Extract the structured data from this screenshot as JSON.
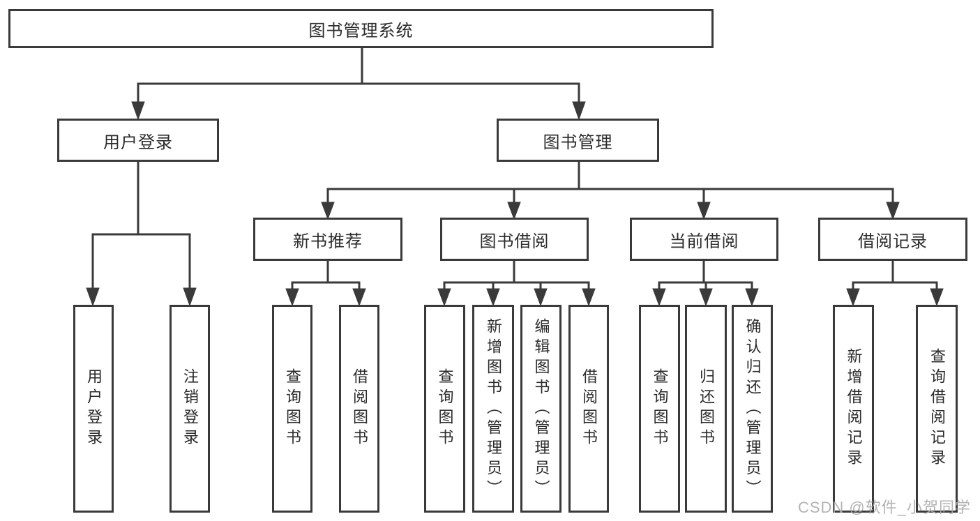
{
  "colors": {
    "line": "#3a3a3a",
    "text": "#2b2b2b",
    "background": "#ffffff",
    "watermark": "#ababab"
  },
  "watermark": "CSDN @软件_小贺同学",
  "tree": {
    "root": {
      "label": "图书管理系统"
    },
    "branches": [
      {
        "label": "用户登录",
        "children": [
          {
            "label": "用户登录"
          },
          {
            "label": "注销登录"
          }
        ]
      },
      {
        "label": "图书管理",
        "children": [
          {
            "label": "新书推荐",
            "children": [
              {
                "label": "查询图书"
              },
              {
                "label": "借阅图书"
              }
            ]
          },
          {
            "label": "图书借阅",
            "children": [
              {
                "label": "查询图书"
              },
              {
                "label": "新增图书（管理员）"
              },
              {
                "label": "编辑图书（管理员）"
              },
              {
                "label": "借阅图书"
              }
            ]
          },
          {
            "label": "当前借阅",
            "children": [
              {
                "label": "查询图书"
              },
              {
                "label": "归还图书"
              },
              {
                "label": "确认归还（管理员）"
              }
            ]
          },
          {
            "label": "借阅记录",
            "children": [
              {
                "label": "新增借阅记录"
              },
              {
                "label": "查询借阅记录"
              }
            ]
          }
        ]
      }
    ]
  }
}
